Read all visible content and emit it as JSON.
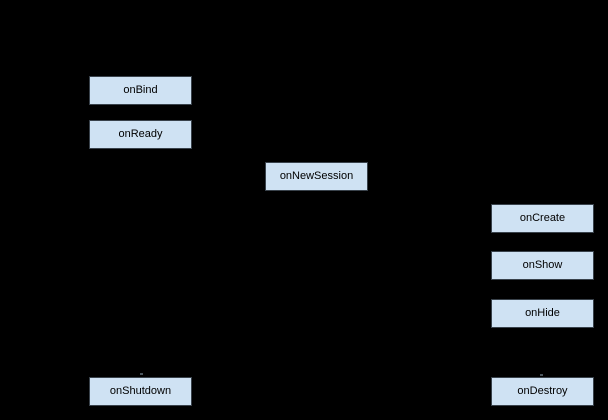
{
  "diagram": {
    "type": "flowchart-lifecycle",
    "colors": {
      "background": "#000000",
      "node_fill": "#cfe2f3",
      "node_border": "#39424b",
      "node_text": "#000000"
    },
    "nodes": [
      {
        "id": "onBind",
        "label": "onBind"
      },
      {
        "id": "onReady",
        "label": "onReady"
      },
      {
        "id": "onNewSession",
        "label": "onNewSession"
      },
      {
        "id": "onCreate",
        "label": "onCreate"
      },
      {
        "id": "onShow",
        "label": "onShow"
      },
      {
        "id": "onHide",
        "label": "onHide"
      },
      {
        "id": "onShutdown",
        "label": "onShutdown"
      },
      {
        "id": "onDestroy",
        "label": "onDestroy"
      }
    ]
  }
}
